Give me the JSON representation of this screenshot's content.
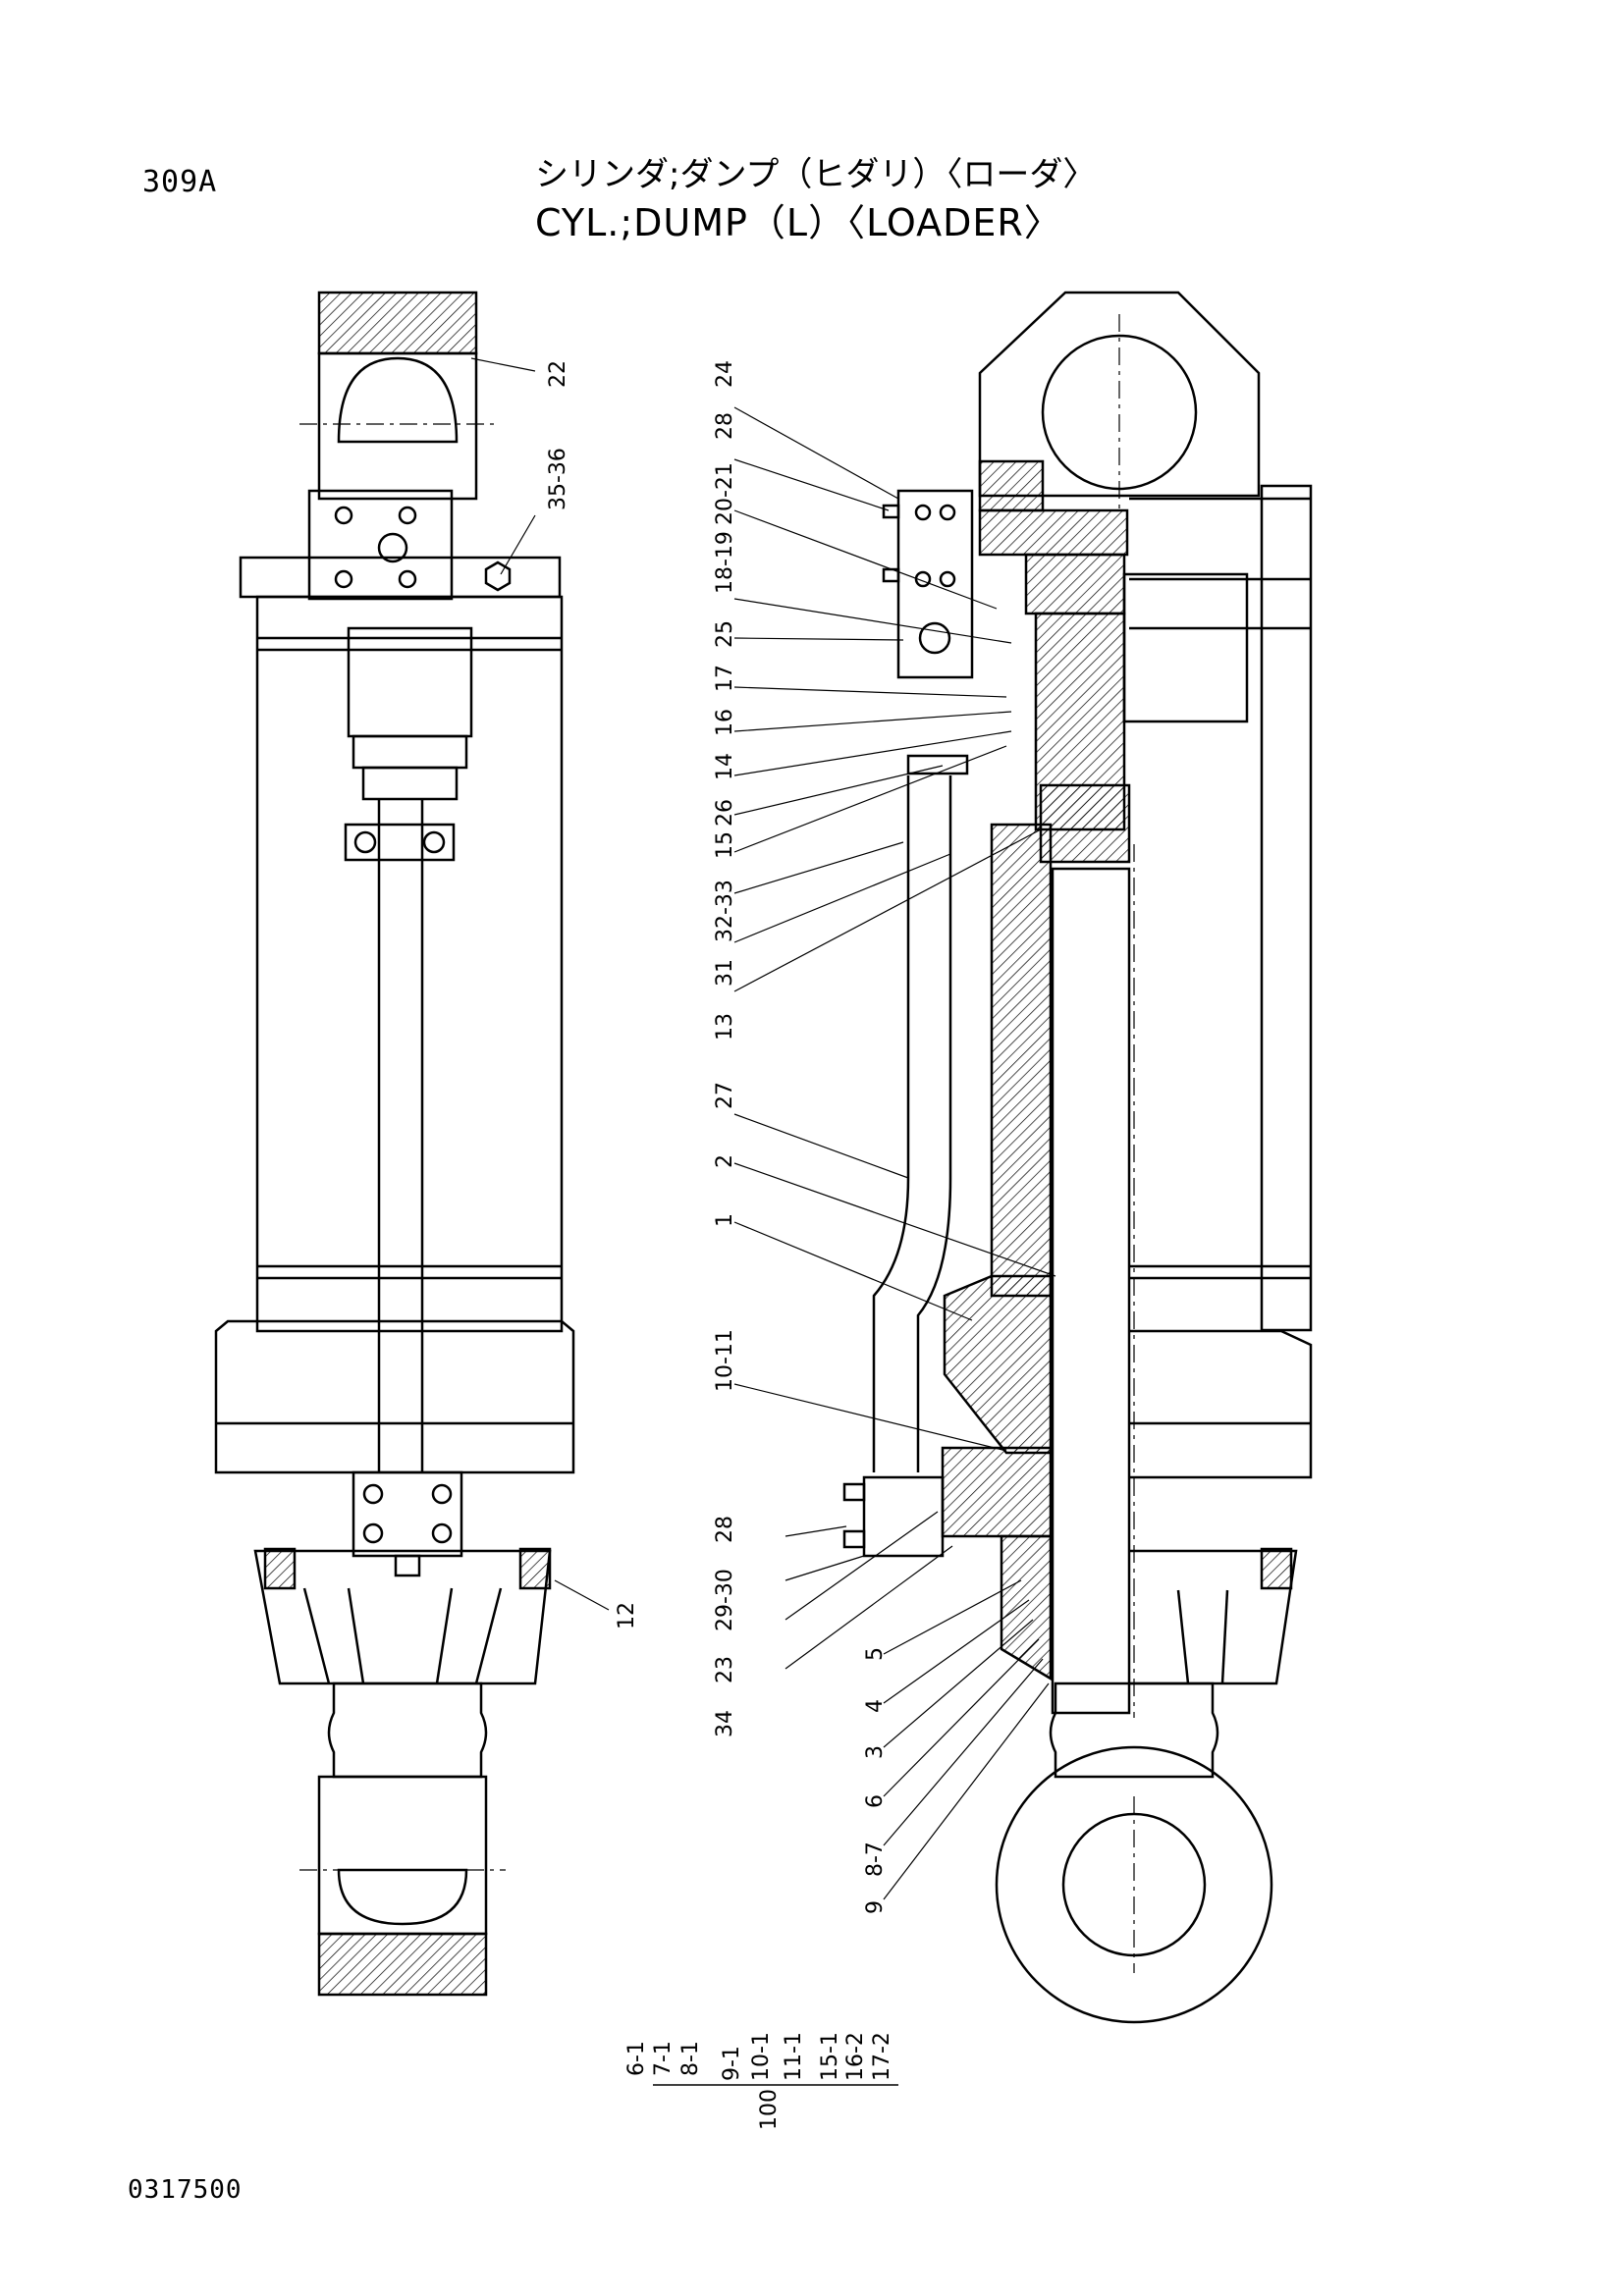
{
  "page_number": "309A",
  "title_jp": "シリンダ;ダンプ（ヒダリ）〈ローダ〉",
  "title_en": "CYL.;DUMP（L）〈LOADER〉",
  "doc_code": "0317500",
  "left_callouts": [
    "22",
    "35-36",
    "12"
  ],
  "right_callouts": [
    "24",
    "28",
    "20-21",
    "18-19",
    "25",
    "17",
    "16",
    "14",
    "26",
    "15",
    "32-33",
    "31",
    "13",
    "27",
    "2",
    "1",
    "10-11",
    "28",
    "29-30",
    "23",
    "34",
    "5",
    "4",
    "3",
    "6",
    "8-7",
    "9"
  ],
  "kit_items": [
    "6-1",
    "7-1",
    "8-1",
    "9-1",
    "10-1",
    "11-1",
    "15-1",
    "16-2",
    "17-2"
  ],
  "kit_number": "100"
}
